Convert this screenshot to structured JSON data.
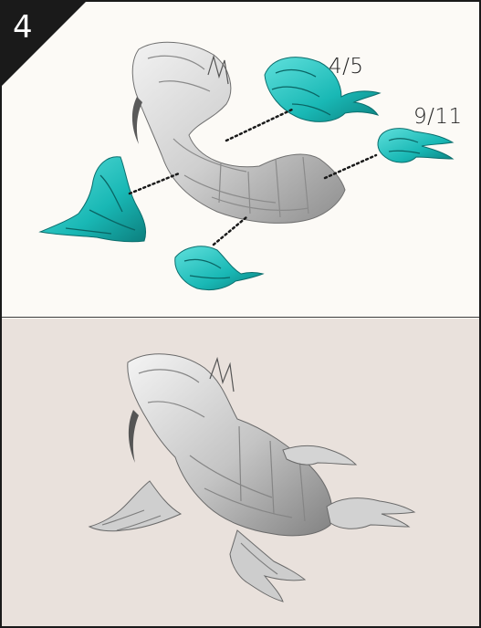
{
  "step": {
    "number": "4"
  },
  "callouts": {
    "label_a": "4/5",
    "label_b": "9/11"
  },
  "colors": {
    "frame": "#1a1a1a",
    "top_background": "#fcfaf6",
    "bottom_background": "#e9e1dc",
    "highlight_part": "#19b8b5",
    "model_gray": "#c8c8c8",
    "leader_line": "#1a1a1a"
  }
}
